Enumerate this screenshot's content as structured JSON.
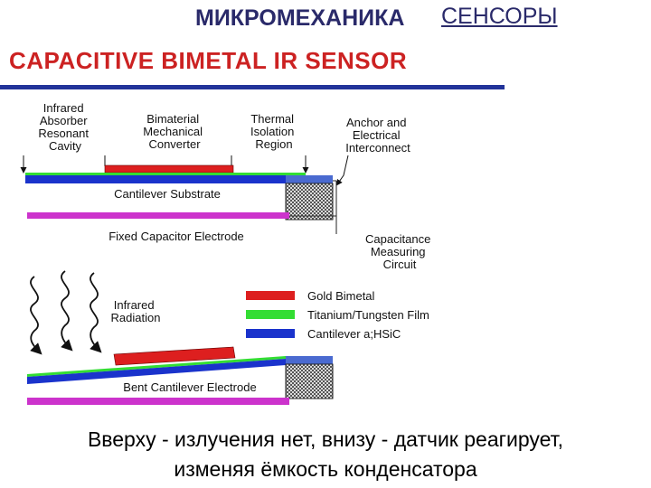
{
  "slide": {
    "title_main": "МИКРОМЕХАНИКА",
    "title_overlay": "СЕНСОРЫ",
    "caption_line1": "Вверху - излучения нет, внизу - датчик реагирует,",
    "caption_line2": "изменяя ёмкость конденсатора"
  },
  "diagram": {
    "heading": "CAPACITIVE BIMETAL IR SENSOR",
    "labels": {
      "absorber": [
        "Infrared",
        "Absorber",
        "Resonant",
        "Cavity"
      ],
      "bimaterial": [
        "Bimaterial",
        "Mechanical",
        "Converter"
      ],
      "thermal": [
        "Thermal",
        "Isolation",
        "Region"
      ],
      "anchor": [
        "Anchor and",
        "Electrical",
        "Interconnect"
      ],
      "cantilever_substrate": "Cantilever Substrate",
      "fixed_electrode": "Fixed Capacitor Electrode",
      "capacitance": [
        "Capacitance",
        "Measuring",
        "Circuit"
      ],
      "infrared_radiation": [
        "Infrared",
        "Radiation"
      ],
      "bent_electrode": "Bent Cantilever Electrode"
    },
    "legend": [
      {
        "label": "Gold Bimetal",
        "color": "#dd1f1f"
      },
      {
        "label": "Titanium/Tungsten Film",
        "color": "#33dd33"
      },
      {
        "label": "Cantilever a;HSiC",
        "color": "#1a33cc"
      }
    ],
    "colors": {
      "gold": "#dd1f1f",
      "film": "#33dd33",
      "cantilever": "#1a33cc",
      "electrode": "#cc33cc",
      "heading_rule": "#223399"
    }
  }
}
